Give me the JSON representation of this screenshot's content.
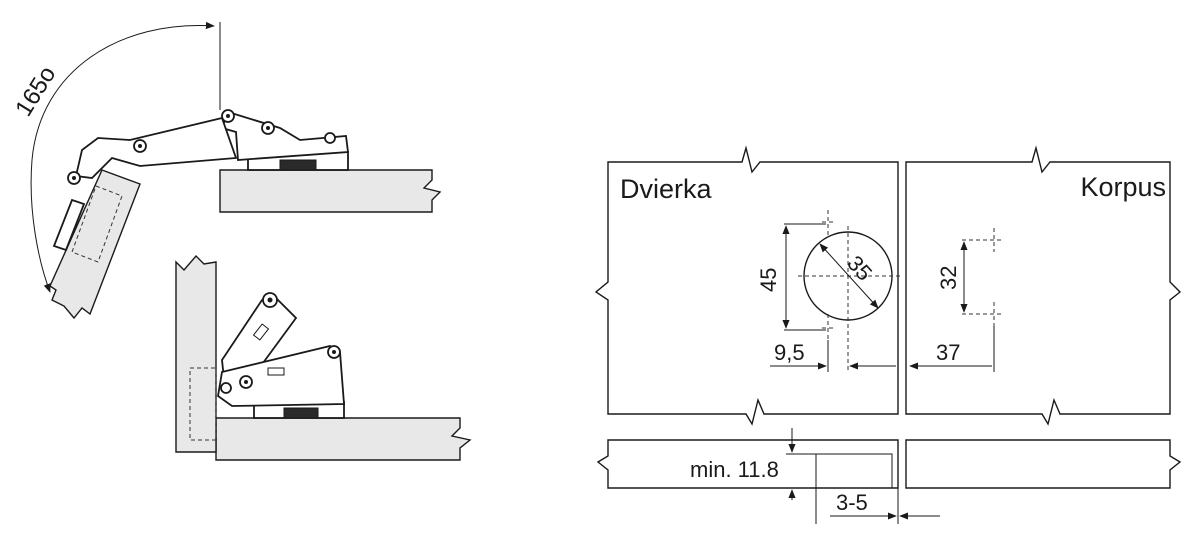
{
  "angle_label": "165o",
  "door_label": "Dvierka",
  "cabinet_label": "Korpus",
  "dims": {
    "cup_height": "45",
    "cup_diameter": "35",
    "edge_offset": "9,5",
    "screw_spacing": "32",
    "cabinet_offset": "37",
    "min_thickness": "min. 11.8",
    "gap": "3-5"
  },
  "colors": {
    "line": "#1a1a1a",
    "wood": "#e8e8e8",
    "background": "#ffffff"
  }
}
